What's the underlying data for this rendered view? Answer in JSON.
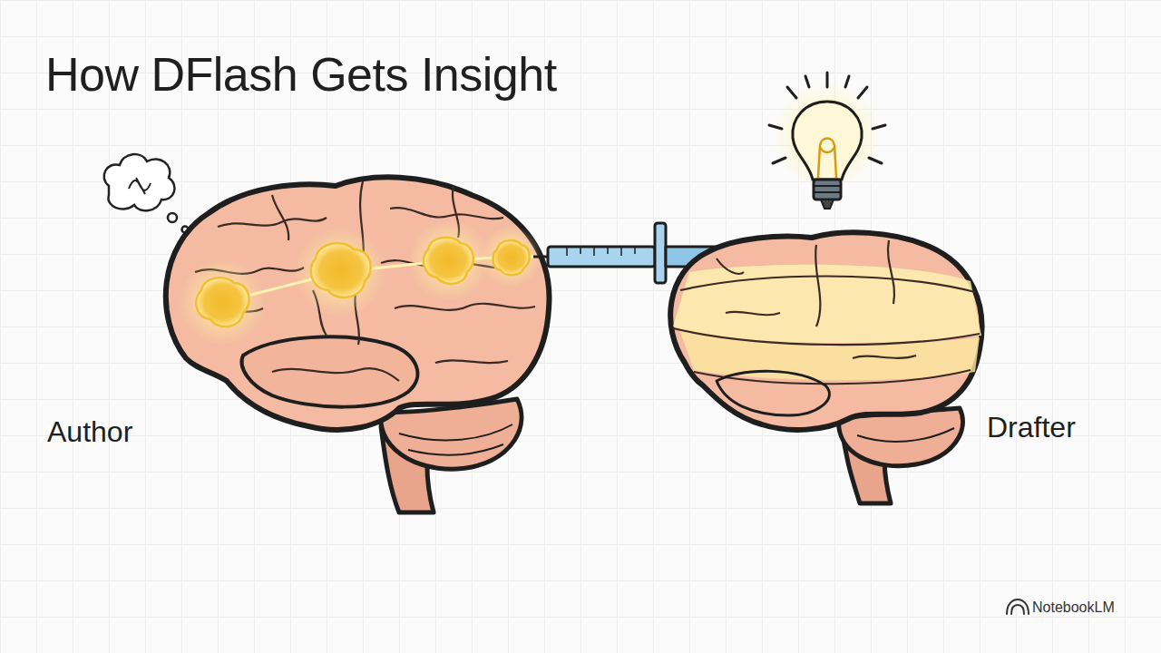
{
  "diagram": {
    "title": "How DFlash Gets Insight",
    "labels": [
      "Author",
      "Drafter",
      "NotebookLM"
    ]
  }
}
